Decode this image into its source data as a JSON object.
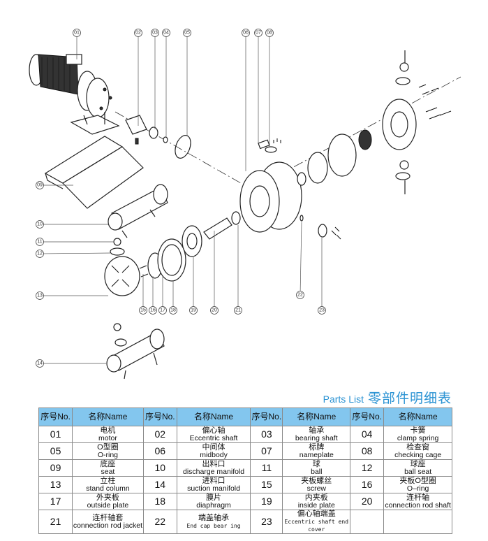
{
  "diagram": {
    "callouts": [
      "01",
      "02",
      "03",
      "04",
      "05",
      "06",
      "07",
      "08",
      "09",
      "10",
      "11",
      "12",
      "13",
      "14",
      "15",
      "16",
      "17",
      "18",
      "19",
      "20",
      "21",
      "22",
      "23"
    ]
  },
  "title": {
    "en": "Parts List",
    "cn": "零部件明细表"
  },
  "table": {
    "headers": [
      "序号No.",
      "名称Name",
      "序号No.",
      "名称Name",
      "序号No.",
      "名称Name",
      "序号No.",
      "名称Name"
    ],
    "rows": [
      [
        {
          "no": "01",
          "cn": "电机",
          "en": "motor"
        },
        {
          "no": "02",
          "cn": "偏心轴",
          "en": "Eccentric shaft"
        },
        {
          "no": "03",
          "cn": "轴承",
          "en": "bearing shaft"
        },
        {
          "no": "04",
          "cn": "卡簧",
          "en": "clamp spring"
        }
      ],
      [
        {
          "no": "05",
          "cn": "O型圈",
          "en": "O-ring"
        },
        {
          "no": "06",
          "cn": "中间体",
          "en": "midbody"
        },
        {
          "no": "07",
          "cn": "标牌",
          "en": "nameplate"
        },
        {
          "no": "08",
          "cn": "检查窗",
          "en": "checking cage"
        }
      ],
      [
        {
          "no": "09",
          "cn": "底座",
          "en": "seat"
        },
        {
          "no": "10",
          "cn": "出料口",
          "en": "discharge manifold"
        },
        {
          "no": "11",
          "cn": "球",
          "en": "ball"
        },
        {
          "no": "12",
          "cn": "球座",
          "en": "ball seat"
        }
      ],
      [
        {
          "no": "13",
          "cn": "立柱",
          "en": "stand column"
        },
        {
          "no": "14",
          "cn": "进料口",
          "en": "suction manifold"
        },
        {
          "no": "15",
          "cn": "夹板螺丝",
          "en": "screw"
        },
        {
          "no": "16",
          "cn": "夹板O型圈",
          "en": "O–ring"
        }
      ],
      [
        {
          "no": "17",
          "cn": "外夹板",
          "en": "outside plate"
        },
        {
          "no": "18",
          "cn": "膜片",
          "en": "diaphragm"
        },
        {
          "no": "19",
          "cn": "内夹板",
          "en": "inside plate"
        },
        {
          "no": "20",
          "cn": "连杆轴",
          "en": "connection rod shaft"
        }
      ],
      [
        {
          "no": "21",
          "cn": "连杆轴套",
          "en": "connection rod jacket"
        },
        {
          "no": "22",
          "cn": "端盖轴承",
          "en": "End cap bear ing"
        },
        {
          "no": "23",
          "cn": "偏心轴端盖",
          "en": "Eccentric shaft end cover"
        },
        {
          "no": "",
          "cn": "",
          "en": ""
        }
      ]
    ]
  }
}
